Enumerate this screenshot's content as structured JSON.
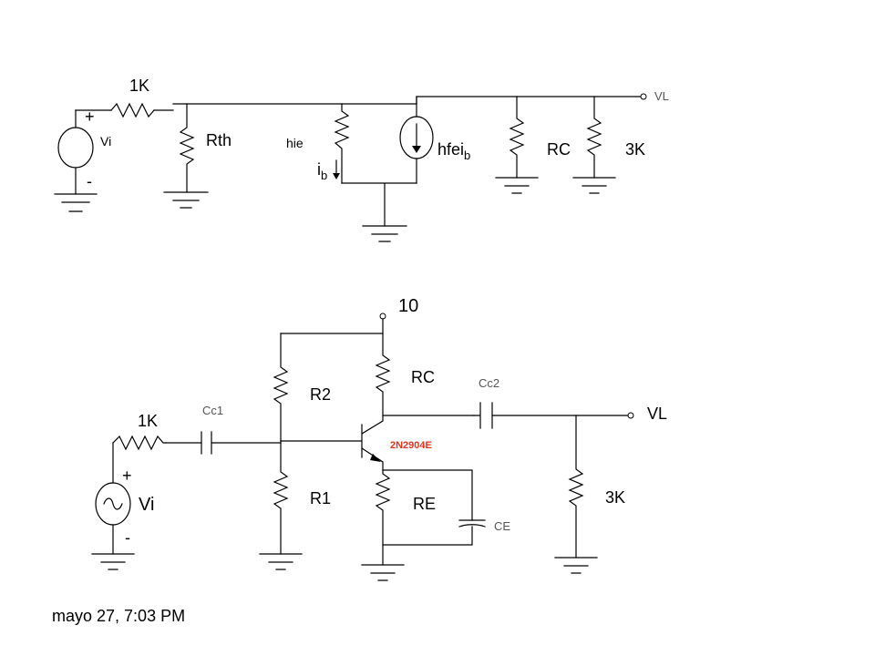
{
  "small_signal": {
    "r_source": "1K",
    "plus": "+",
    "minus": "-",
    "vi": "Vi",
    "rth": "Rth",
    "hie": "hie",
    "ib_main": "i",
    "ib_sub": "b",
    "src_main": "hfei",
    "src_sub": "b",
    "rc": "RC",
    "rl": "3K",
    "vl": "VL"
  },
  "amplifier": {
    "vcc": "10",
    "rc": "RC",
    "cc2": "Cc2",
    "r2": "R2",
    "cc1": "Cc1",
    "r_source": "1K",
    "vl": "VL",
    "transistor": "2N2904E",
    "plus": "+",
    "vi": "Vi",
    "r1": "R1",
    "re": "RE",
    "rl": "3K",
    "ce": "CE",
    "minus": "-"
  },
  "footer": {
    "timestamp": "mayo 27, 7:03 PM"
  }
}
